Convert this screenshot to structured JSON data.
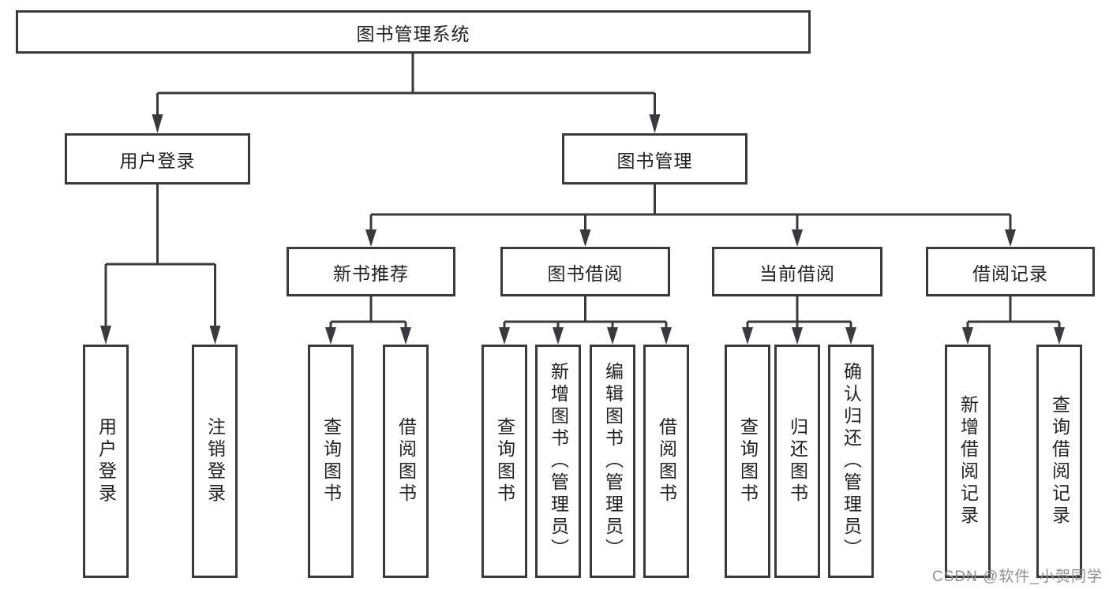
{
  "colors": {
    "line": "#3a3a3c",
    "box_border": "#3a3a3c",
    "text": "#222222",
    "background": "#ffffff",
    "watermark": "#8f8f93"
  },
  "diagram": {
    "root": {
      "label": "图书管理系统"
    },
    "user_login": {
      "label": "用户登录",
      "children": {
        "login": "用户登录",
        "logout": "注销登录"
      }
    },
    "book_mgmt": {
      "label": "图书管理",
      "sections": {
        "new_books": {
          "label": "新书推荐",
          "children": {
            "search_books": "查询图书",
            "borrow_books": "借阅图书"
          }
        },
        "book_borrow": {
          "label": "图书借阅",
          "children": {
            "search_books": "查询图书",
            "add_books": "新增图书（管理员）",
            "edit_books": "编辑图书（管理员）",
            "borrow_books": "借阅图书"
          }
        },
        "current_borrow": {
          "label": "当前借阅",
          "children": {
            "search_books": "查询图书",
            "return_books": "归还图书",
            "confirm_return": "确认归还（管理员）"
          }
        },
        "borrow_records": {
          "label": "借阅记录",
          "children": {
            "add_record": "新增借阅记录",
            "search_record": "查询借阅记录"
          }
        }
      }
    }
  },
  "watermark": "CSDN @软件_小贺同学"
}
